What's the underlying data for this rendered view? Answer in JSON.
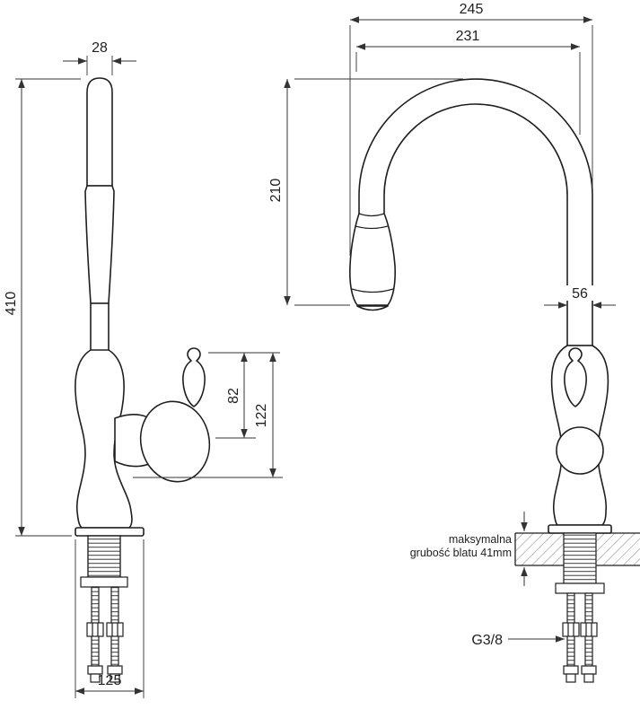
{
  "dims": {
    "front": {
      "spout_width": "28",
      "total_height": "410",
      "lever_height": "82",
      "handle_height": "122",
      "base_width": "125"
    },
    "side": {
      "total_reach": "245",
      "spout_reach": "231",
      "spout_height": "210",
      "body_offset": "56"
    }
  },
  "notes": {
    "countertop_line1": "maksymalna",
    "countertop_line2": "grubość blatu 41mm",
    "thread_size": "G3/8"
  },
  "colors": {
    "outline": "#1f1f1f",
    "dimension": "#333333",
    "hatch": "#9a9a9a",
    "background": "#ffffff"
  }
}
